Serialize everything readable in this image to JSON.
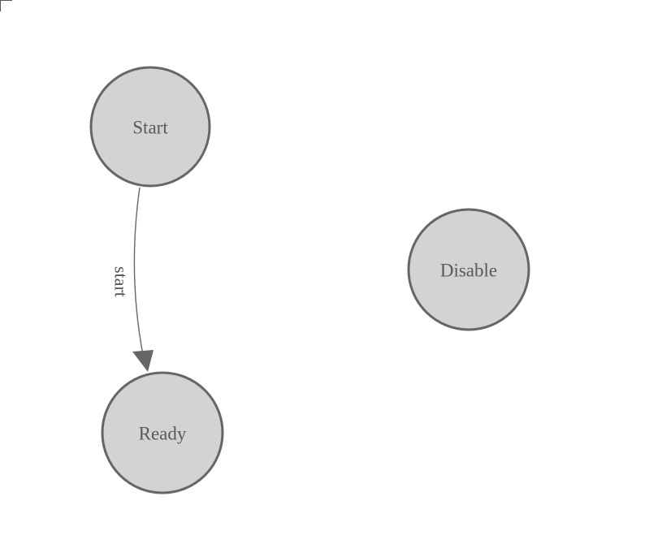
{
  "diagram": {
    "type": "state-machine-graph",
    "background": "#ffffff",
    "nodes": [
      {
        "id": "start",
        "label": "Start",
        "shape": "circle"
      },
      {
        "id": "ready",
        "label": "Ready",
        "shape": "circle"
      },
      {
        "id": "disable",
        "label": "Disable",
        "shape": "circle"
      }
    ],
    "edges": [
      {
        "from": "start",
        "to": "ready",
        "label": "start",
        "label_rotation_deg": 90,
        "arrowhead": "filled-triangle"
      }
    ],
    "decorations": [
      {
        "id": "corner-bracket",
        "position": "top-left"
      }
    ],
    "colors": {
      "node_fill": "#d3d3d3",
      "node_stroke": "#666666",
      "edge_stroke": "#666666",
      "arrowhead_fill": "#666666",
      "node_label_text": "#5a5a5a",
      "edge_label_text": "#555555",
      "corner_mark": "#555555",
      "background": "#ffffff"
    }
  }
}
